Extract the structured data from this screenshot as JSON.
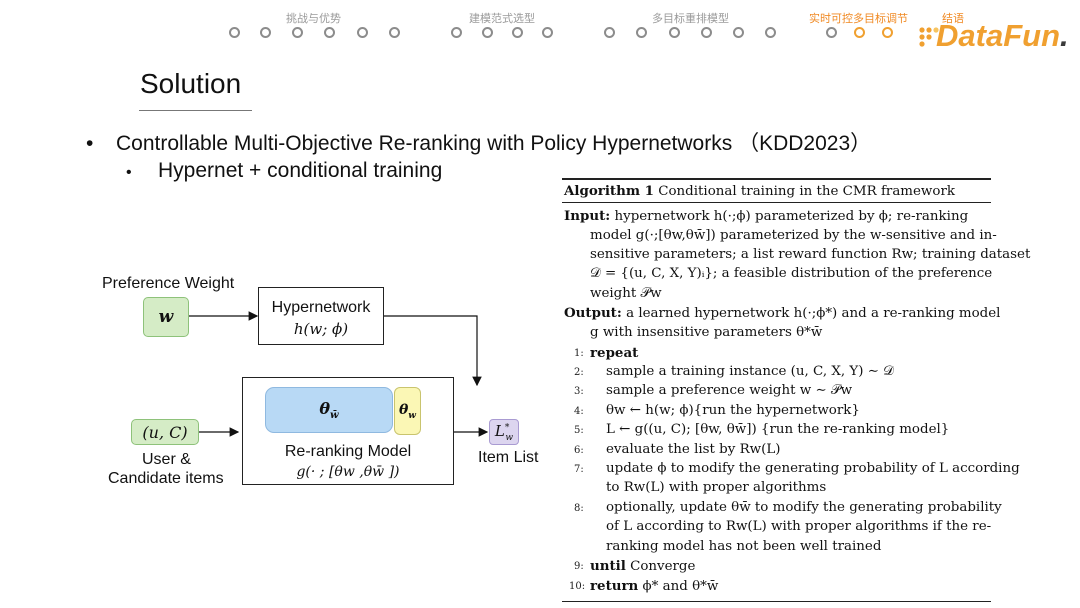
{
  "nav": {
    "sections": [
      {
        "label": "挑战与优势",
        "dots": 6,
        "active": false
      },
      {
        "label": "建模范式选型",
        "dots": 4,
        "active": false
      },
      {
        "label": "多目标重排模型",
        "dots": 6,
        "active": false
      },
      {
        "label": "实时可控多目标调节",
        "dots": 3,
        "active": true,
        "active_dots": [
          1,
          2
        ]
      },
      {
        "label": "结语",
        "dots": 0,
        "active": true
      }
    ]
  },
  "logo": {
    "text_prefix": "D",
    "text_main": "ataFun",
    "text_suffix": "."
  },
  "title": "Solution",
  "bullets": [
    {
      "text": "Controllable Multi-Objective Re-ranking with Policy Hypernetworks （KDD2023）"
    },
    {
      "text": "Hypernet + conditional training"
    }
  ],
  "diagram": {
    "preference_weight_label": "Preference Weight",
    "w_symbol": "w",
    "hypernetwork_label": "Hypernetwork",
    "hypernetwork_formula": "h(w; ϕ)",
    "theta_sensitive": "θ",
    "theta_insensitive": "θ",
    "input_symbol": "(u, C)",
    "user_label_1": "User &",
    "user_label_2": "Candidate items",
    "reranking_label": "Re-ranking Model",
    "reranking_formula": "g(· ; [θw ,θw̄ ])",
    "output_symbol": "L",
    "item_list_label": "Item List",
    "colors": {
      "green_fill": "#d5ecc6",
      "green_border": "#8ec27a",
      "blue_fill": "#b8d9f5",
      "yellow_fill": "#fbf7b5",
      "lavender_fill": "#dcd5ef"
    }
  },
  "algorithm": {
    "title_bold": "Algorithm 1",
    "title_rest": "Conditional training in the CMR framework",
    "input_label": "Input:",
    "output_label": "Output:",
    "lines": [
      "hypernetwork h(·;ϕ) parameterized by ϕ; re-ranking",
      "model g(·;[θw,θw̄]) parameterized by the w-sensitive and in-",
      "sensitive parameters; a list reward function Rw; training dataset",
      "𝒟 = {(u, C, X, Y)ᵢ}; a feasible distribution of the preference",
      "weight 𝒫w",
      "a learned hypernetwork h(·;ϕ*) and a re-ranking model",
      "g with insensitive parameters θ*w̄"
    ],
    "steps": [
      {
        "n": "1:",
        "text": "repeat",
        "bold": true
      },
      {
        "n": "2:",
        "text": "sample a training instance (u, C, X, Y) ∼ 𝒟"
      },
      {
        "n": "3:",
        "text": "sample a preference weight w ∼ 𝒫w"
      },
      {
        "n": "4:",
        "text": "θw ← h(w; ϕ){run the hypernetwork}"
      },
      {
        "n": "5:",
        "text": "L ← g((u, C); [θw, θw̄]) {run the re-ranking model}"
      },
      {
        "n": "6:",
        "text": "evaluate the list by Rw(L)"
      },
      {
        "n": "7:",
        "text": "update ϕ to modify the generating probability of L according"
      },
      {
        "n": "",
        "text": "to Rw(L) with proper algorithms"
      },
      {
        "n": "8:",
        "text": "optionally, update θw̄ to modify the generating probability"
      },
      {
        "n": "",
        "text": "of L according to Rw(L) with proper algorithms if the re-"
      },
      {
        "n": "",
        "text": "ranking model has not been well trained"
      },
      {
        "n": "9:",
        "text": "until Converge",
        "bold_word": "until"
      },
      {
        "n": "10:",
        "text": "return ϕ* and θ*w̄",
        "bold_word": "return"
      }
    ]
  }
}
